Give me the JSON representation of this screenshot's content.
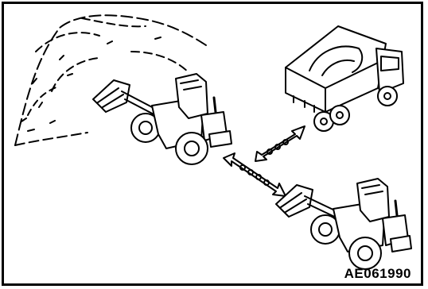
{
  "figure": {
    "code": "AE061990",
    "elements": [
      {
        "name": "material-pile",
        "icon": "earth-pile-icon"
      },
      {
        "name": "loader-digging",
        "icon": "wheel-loader-icon"
      },
      {
        "name": "dump-truck",
        "icon": "dump-truck-icon"
      },
      {
        "name": "loader-traveling",
        "icon": "wheel-loader-icon"
      },
      {
        "name": "travel-arrow-loader-to-loader",
        "icon": "double-arrow-icon"
      },
      {
        "name": "travel-arrow-to-truck",
        "icon": "double-arrow-icon"
      }
    ],
    "colors": {
      "ink": "#000000",
      "paper": "#ffffff"
    }
  }
}
